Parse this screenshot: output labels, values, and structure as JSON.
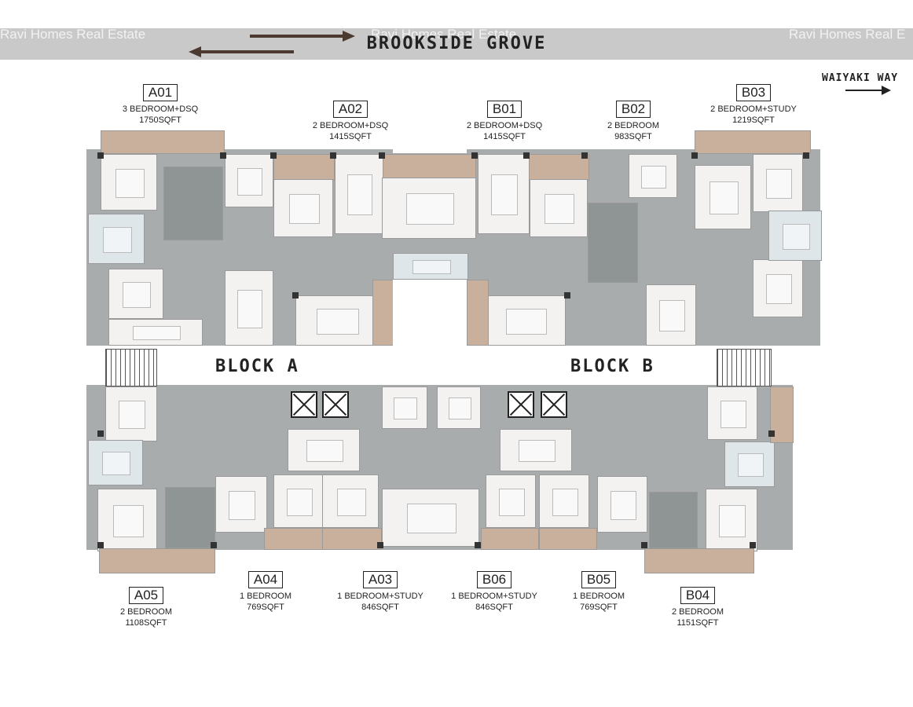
{
  "road": {
    "name": "BROOKSIDE GROVE"
  },
  "watermarks": [
    "Ravi Homes Real Estate",
    "Ravi Homes Real Estate",
    "Ravi Homes Real E"
  ],
  "direction": {
    "label": "WAIYAKI WAY"
  },
  "blocks": [
    "BLOCK A",
    "BLOCK B"
  ],
  "units": {
    "A01": {
      "code": "A01",
      "desc": "3 BEDROOM+DSQ",
      "area": "1750SQFT"
    },
    "A02": {
      "code": "A02",
      "desc": "2 BEDROOM+DSQ",
      "area": "1415SQFT"
    },
    "B01": {
      "code": "B01",
      "desc": "2 BEDROOM+DSQ",
      "area": "1415SQFT"
    },
    "B02": {
      "code": "B02",
      "desc": "2 BEDROOM",
      "area": "983SQFT"
    },
    "B03": {
      "code": "B03",
      "desc": "2 BEDROOM+STUDY",
      "area": "1219SQFT"
    },
    "A05": {
      "code": "A05",
      "desc": "2 BEDROOM",
      "area": "1108SQFT"
    },
    "A04": {
      "code": "A04",
      "desc": "1 BEDROOM",
      "area": "769SQFT"
    },
    "A03": {
      "code": "A03",
      "desc": "1 BEDROOM+STUDY",
      "area": "846SQFT"
    },
    "B06": {
      "code": "B06",
      "desc": "1 BEDROOM+STUDY",
      "area": "846SQFT"
    },
    "B05": {
      "code": "B05",
      "desc": "1 BEDROOM",
      "area": "769SQFT"
    },
    "B04": {
      "code": "B04",
      "desc": "2 BEDROOM",
      "area": "1151SQFT"
    }
  }
}
